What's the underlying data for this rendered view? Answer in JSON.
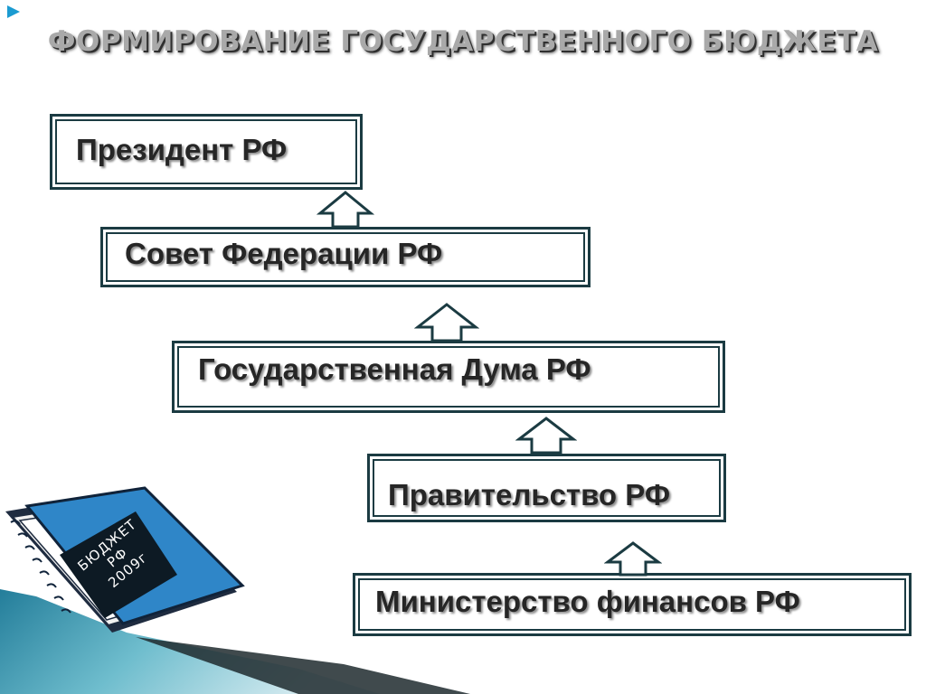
{
  "title": "ФОРМИРОВАНИЕ ГОСУДАРСТВЕННОГО БЮДЖЕТА",
  "boxes": [
    "Президент  РФ",
    "Совет Федерации РФ",
    "Государственная Дума  РФ",
    "Правительство РФ",
    "Министерство финансов РФ"
  ],
  "book": {
    "line1": "БЮДЖЕТ",
    "line2": "РФ",
    "line3": "2009г"
  },
  "colors": {
    "box_border": "#1b3b42",
    "accent_teal": "#0e7bb0",
    "book_blue": "#2f86c8"
  }
}
